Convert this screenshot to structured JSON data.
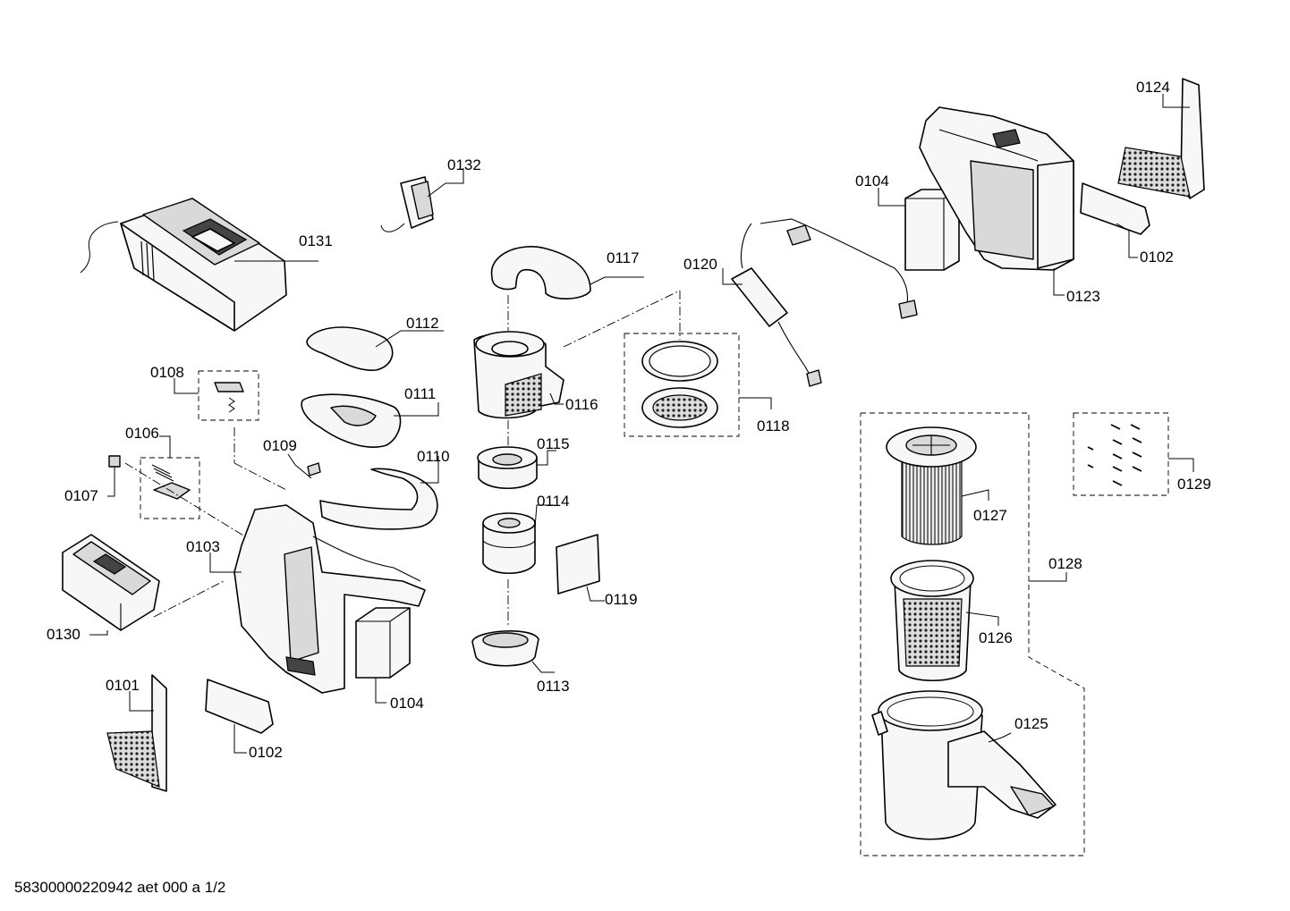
{
  "footer": {
    "doc_id": "58300000220942 aet 000 a 1/2"
  },
  "labels": {
    "p0101": "0101",
    "p0102a": "0102",
    "p0102b": "0102",
    "p0103": "0103",
    "p0104a": "0104",
    "p0104b": "0104",
    "p0106": "0106",
    "p0107": "0107",
    "p0108": "0108",
    "p0109": "0109",
    "p0110": "0110",
    "p0111": "0111",
    "p0112": "0112",
    "p0113": "0113",
    "p0114": "0114",
    "p0115": "0115",
    "p0116": "0116",
    "p0117": "0117",
    "p0118": "0118",
    "p0119": "0119",
    "p0120": "0120",
    "p0123": "0123",
    "p0124": "0124",
    "p0125": "0125",
    "p0126": "0126",
    "p0127": "0127",
    "p0128": "0128",
    "p0129": "0129",
    "p0130": "0130",
    "p0131": "0131",
    "p0132": "0132"
  }
}
